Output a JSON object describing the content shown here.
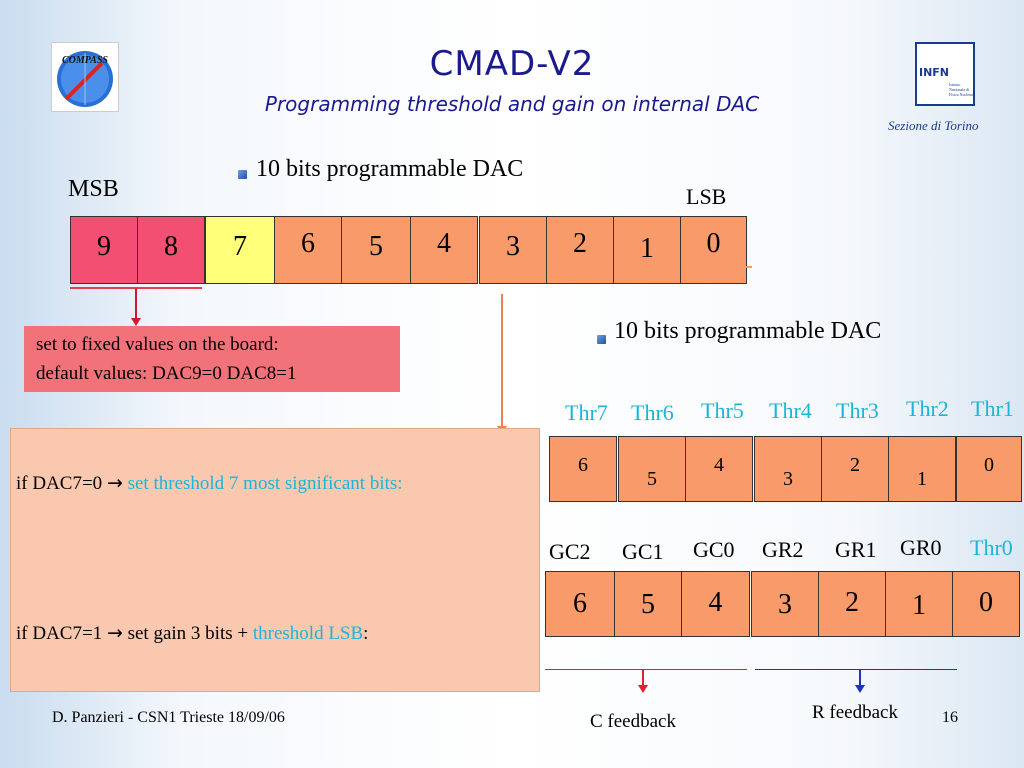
{
  "title": "CMAD-V2",
  "subtitle": "Programming threshold and gain on internal DAC",
  "logos": {
    "compass": "COMPASS",
    "infn": "INFN",
    "infn_sub": "Istituto Nazionale di Fisica Nucleare",
    "sezione": "Sezione di Torino"
  },
  "dac_bullet": "10 bits programmable DAC",
  "msb": "MSB",
  "lsb": "LSB",
  "bits": [
    "9",
    "8",
    "7",
    "6",
    "5",
    "4",
    "3",
    "2",
    "1",
    "0"
  ],
  "fixed_note": {
    "line1": "set to fixed values on the board:",
    "line2": "default values: DAC9=0  DAC8=1"
  },
  "dac_bullet2": "10 bits programmable DAC",
  "panel": {
    "line1_prefix": "if DAC7=0 ",
    "arrow": "→",
    "line1_highlight": "set threshold 7 most significant bits:",
    "line2_prefix": "if DAC7=1 ",
    "line2_mid": "set gain 3 bits + ",
    "line2_highlight": "threshold LSB",
    "line2_suffix": ":"
  },
  "thr_labels": [
    "Thr7",
    "Thr6",
    "Thr5",
    "Thr4",
    "Thr3",
    "Thr2",
    "Thr1"
  ],
  "thr_bits": [
    "6",
    "5",
    "4",
    "3",
    "2",
    "1",
    "0"
  ],
  "gain_labels": [
    "GC2",
    "GC1",
    "GC0",
    "GR2",
    "GR1",
    "GR0",
    "Thr0"
  ],
  "gain_bits": [
    "6",
    "5",
    "4",
    "3",
    "2",
    "1",
    "0"
  ],
  "c_feedback": "C feedback",
  "r_feedback": "R feedback",
  "footer": "D. Panzieri - CSN1 Trieste 18/09/06",
  "page": "16",
  "colors": {
    "title": "#1a1a8c",
    "cyan": "#19b6d9",
    "orange": "#f89a6a",
    "pink": "#f24f73",
    "yellow": "#ffff7a"
  }
}
